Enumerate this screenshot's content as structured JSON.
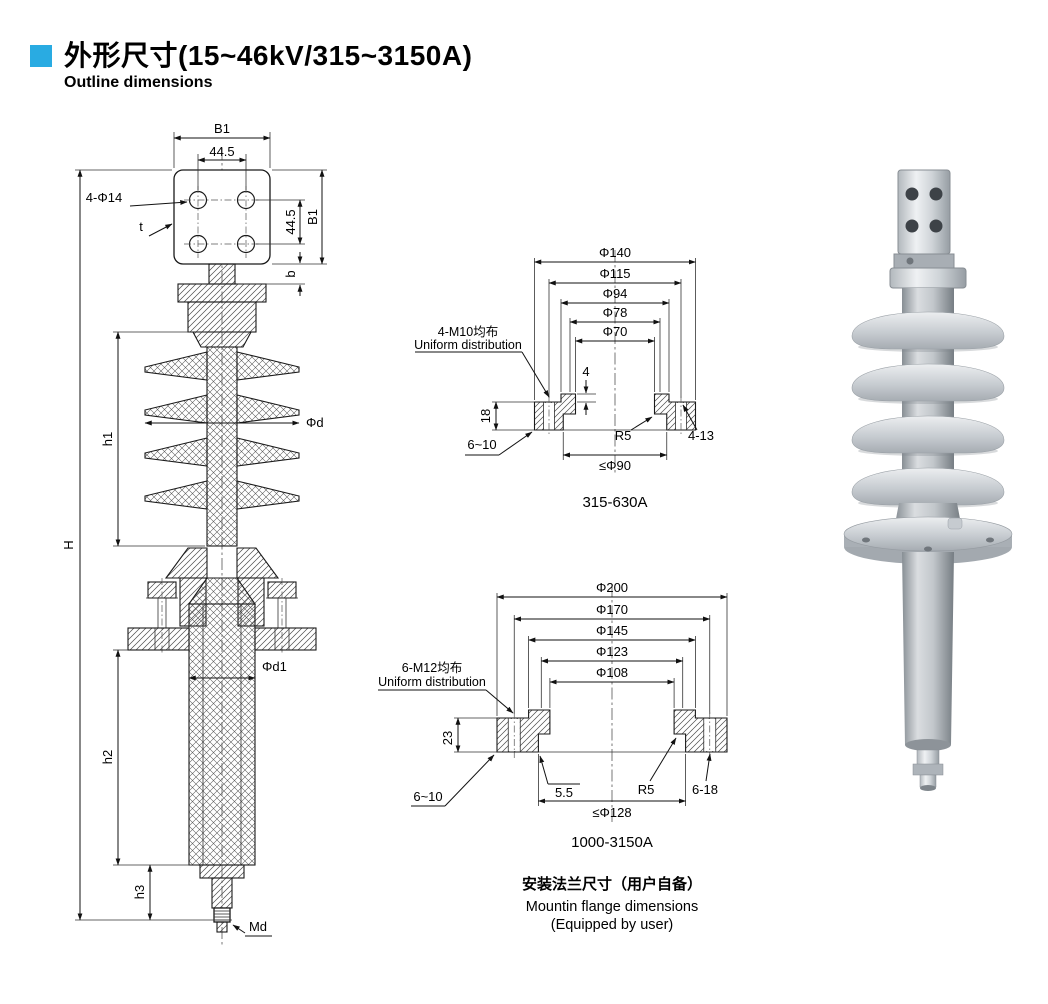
{
  "header": {
    "title_zh": "外形尺寸(15~46kV/315~3150A)",
    "title_en": "Outline dimensions"
  },
  "colors": {
    "accent": "#29abe2"
  },
  "left": {
    "b1_top": "B1",
    "d445_top": "44.5",
    "holes": "4-Φ14",
    "t": "t",
    "d445_right": "44.5",
    "b1_right": "B1",
    "b": "b",
    "phi_d": "Φd",
    "h1": "h1",
    "h_total": "H",
    "phi_d1": "Φd1",
    "h2": "h2",
    "h3": "h3",
    "md": "Md"
  },
  "flange_small": {
    "caption": "315-630A",
    "callout_zh": "4-M10均布",
    "callout_en": "Uniform distribution",
    "dims": [
      "Φ140",
      "Φ115",
      "Φ94",
      "Φ78",
      "Φ70"
    ],
    "boss_height": "4",
    "thickness": "18",
    "fillet": "R5",
    "holes": "4-13",
    "plate_range": "6~10",
    "bore": "≤Φ90"
  },
  "flange_large": {
    "caption": "1000-3150A",
    "callout_zh": "6-M12均布",
    "callout_en": "Uniform distribution",
    "dims": [
      "Φ200",
      "Φ170",
      "Φ145",
      "Φ123",
      "Φ108"
    ],
    "lip": "5.5",
    "thickness": "23",
    "fillet": "R5",
    "holes": "6-18",
    "plate_range": "6~10",
    "bore": "≤Φ128"
  },
  "footer": {
    "zh": "安装法兰尺寸（用户自备）",
    "en_line1": "Mountin flange dimensions",
    "en_line2": "(Equipped by user)"
  }
}
